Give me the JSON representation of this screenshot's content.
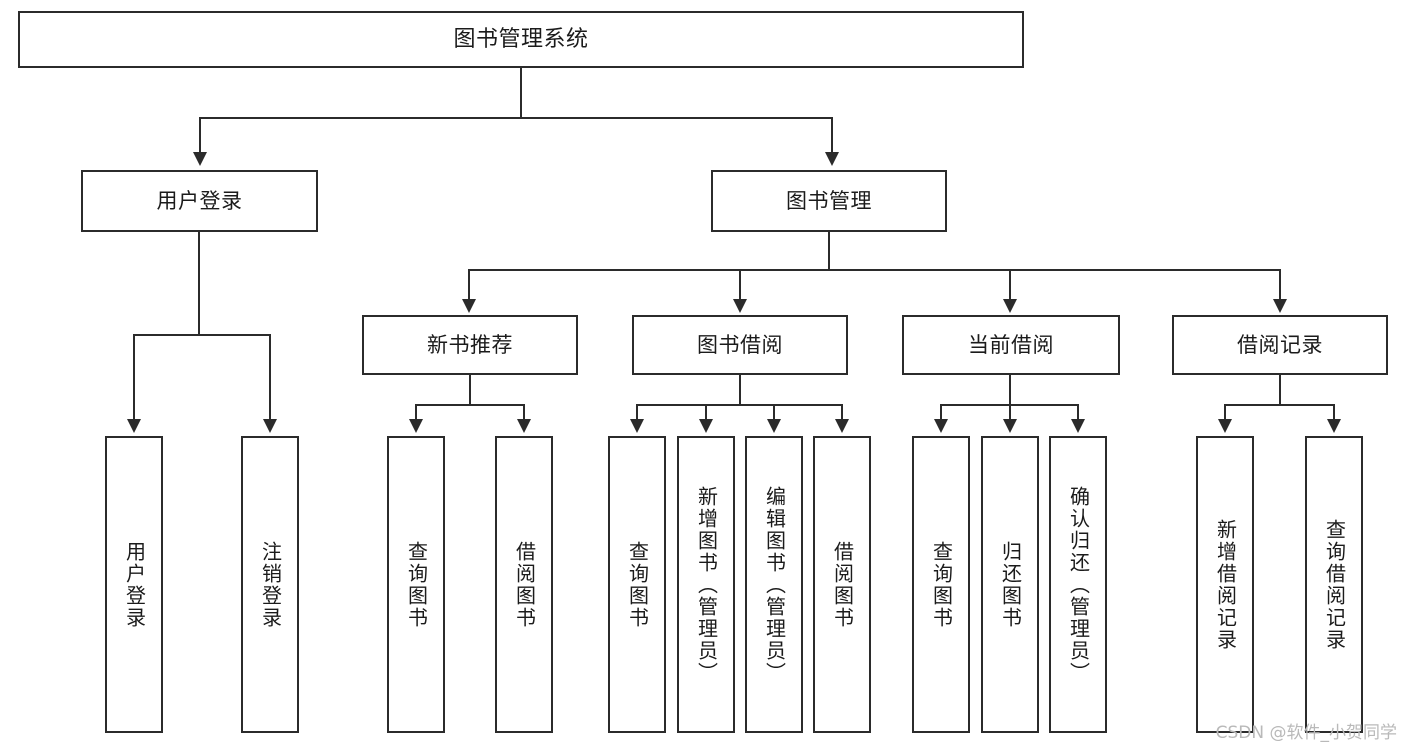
{
  "diagram": {
    "title": "图书管理系统",
    "type": "tree",
    "watermark": "CSDN @软件_小贺同学"
  },
  "root": {
    "label": "图书管理系统"
  },
  "level2": [
    {
      "label": "用户登录"
    },
    {
      "label": "图书管理"
    }
  ],
  "level3": [
    {
      "label": "新书推荐"
    },
    {
      "label": "图书借阅"
    },
    {
      "label": "当前借阅"
    },
    {
      "label": "借阅记录"
    }
  ],
  "leaves": {
    "user_login": [
      {
        "label": "用户登录"
      },
      {
        "label": "注销登录"
      }
    ],
    "new_book": [
      {
        "label": "查询图书"
      },
      {
        "label": "借阅图书"
      }
    ],
    "book_borrow": [
      {
        "label": "查询图书"
      },
      {
        "label": "新增图书（管理员）"
      },
      {
        "label": "编辑图书（管理员）"
      },
      {
        "label": "借阅图书"
      }
    ],
    "current_borrow": [
      {
        "label": "查询图书"
      },
      {
        "label": "归还图书"
      },
      {
        "label": "确认归还（管理员）"
      }
    ],
    "borrow_record": [
      {
        "label": "新增借阅记录"
      },
      {
        "label": "查询借阅记录"
      }
    ]
  },
  "colors": {
    "stroke": "#2b2b2b",
    "fill": "#ffffff",
    "text": "#1b1b1b",
    "watermark": "#b9b9b9"
  }
}
